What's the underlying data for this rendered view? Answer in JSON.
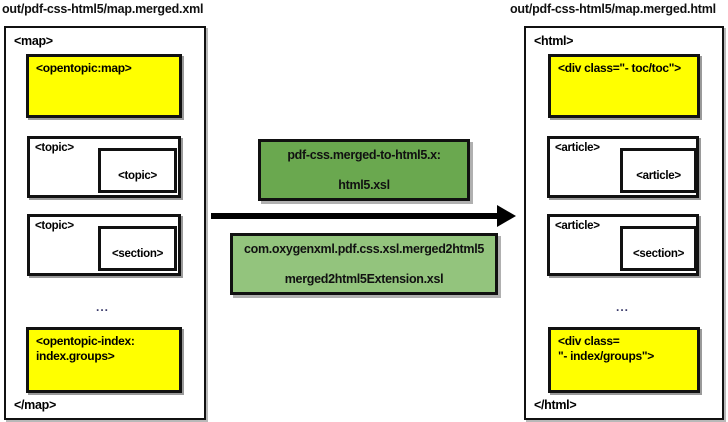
{
  "diagram": {
    "title_left": "out/pdf-css-html5/map.merged.xml",
    "title_right": "out/pdf-css-html5/map.merged.html",
    "left_doc": {
      "root_open": "<map>",
      "root_close": "</map>",
      "blocks": [
        {
          "kind": "yellow",
          "label": "<opentopic:map>"
        },
        {
          "kind": "white",
          "outer": "<topic>",
          "inner": "<topic>"
        },
        {
          "kind": "white",
          "outer": "<topic>",
          "inner": "<section>"
        },
        {
          "kind": "ellipsis",
          "label": "..."
        },
        {
          "kind": "yellow",
          "label": "<opentopic-index:\nindex.groups>"
        }
      ]
    },
    "right_doc": {
      "root_open": "<html>",
      "root_close": "</html>",
      "blocks": [
        {
          "kind": "yellow",
          "label": "<div class=\"- toc/toc\">"
        },
        {
          "kind": "white",
          "outer": "<article>",
          "inner": "<article>"
        },
        {
          "kind": "white",
          "outer": "<article>",
          "inner": "<section>"
        },
        {
          "kind": "ellipsis",
          "label": "..."
        },
        {
          "kind": "yellow",
          "label": "<div class=\n\"- index/groups\">"
        }
      ]
    },
    "transforms": [
      {
        "line1": "pdf-css.merged-to-html5.x:",
        "line2": "html5.xsl",
        "color": "#6aa84f"
      },
      {
        "line1": "com.oxygenxml.pdf.css.xsl.merged2html5",
        "line2": "merged2html5Extension.xsl",
        "color": "#93c47d"
      }
    ],
    "arrow": {
      "direction": "left-to-right",
      "color": "#000000"
    },
    "colors": {
      "yellow_block": "#ffff00",
      "green_dark": "#6aa84f",
      "green_light": "#93c47d",
      "stroke": "#111111",
      "background": "#ffffff"
    }
  }
}
